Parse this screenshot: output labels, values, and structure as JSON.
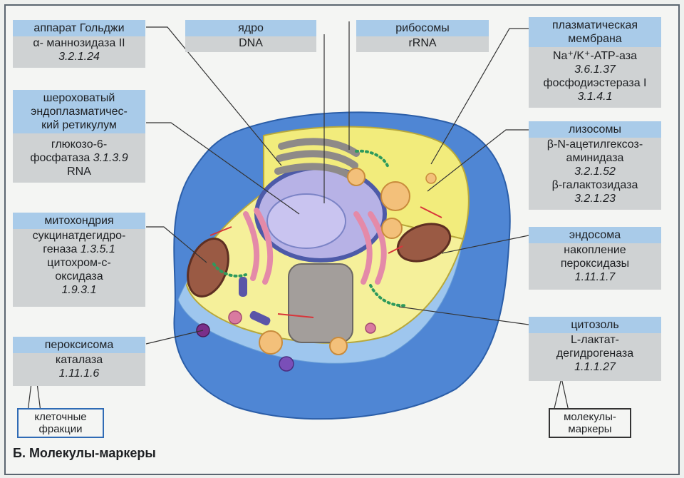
{
  "caption": "Б. Молекулы-маркеры",
  "boxes": {
    "golgi": {
      "title": "аппарат Гольджи",
      "line1": "α- маннозидаза II",
      "code": "3.2.1.24"
    },
    "nucleus": {
      "title": "ядро",
      "line1": "DNA"
    },
    "ribosomes": {
      "title": "рибосомы",
      "line1": "rRNA"
    },
    "plasma_membrane": {
      "title_1": "плазматическая",
      "title_2": "мембрана",
      "line1": "Na⁺/K⁺-ATP-аза",
      "code1": "3.6.1.37",
      "line2": "фосфодиэстераза I",
      "code2": "3.1.4.1"
    },
    "rough_er": {
      "title_1": "шероховатый",
      "title_2": "эндоплазматичес-",
      "title_3": "кий ретикулум",
      "line1": "глюкозо-6-",
      "line2": "фосфатаза",
      "code": "3.1.3.9",
      "line3": "RNA"
    },
    "lysosomes": {
      "title": "лизосомы",
      "line1": "β-N-ацетилгексоз-",
      "line2": "аминидаза",
      "code1": "3.2.1.52",
      "line3": "β-галактозидаза",
      "code2": "3.2.1.23"
    },
    "mitochondria": {
      "title": "митохондрия",
      "line1": "сукцинатдегидро-",
      "line2": "геназа",
      "code1": "1.3.5.1",
      "line3": "цитохром-с-",
      "line4": "оксидаза",
      "code2": "1.9.3.1"
    },
    "endosome": {
      "title": "эндосома",
      "line1": "накопление",
      "line2": "пероксидазы",
      "code": "1.11.1.7"
    },
    "peroxisome": {
      "title": "пероксисома",
      "line1": "каталаза",
      "code": "1.11.1.6"
    },
    "cytosol": {
      "title": "цитозоль",
      "line1": "L-лактат-",
      "line2": "дегидрогеназа",
      "code": "1.1.1.27"
    }
  },
  "legend": {
    "fractions_1": "клеточные",
    "fractions_2": "фракции",
    "markers_1": "молекулы-",
    "markers_2": "маркеры"
  },
  "colors": {
    "label_head": "#a9cbe9",
    "label_body": "#cfd2d3",
    "cell_outer": "#4f86d4",
    "cytoplasm": "#f2ec7c",
    "nucleus": "#b7b2e6",
    "golgi": "#8e8a88",
    "mitochondria": "#9a5a44",
    "er": "#e48aa8",
    "ribosome_dots": "#2e9a5c"
  }
}
